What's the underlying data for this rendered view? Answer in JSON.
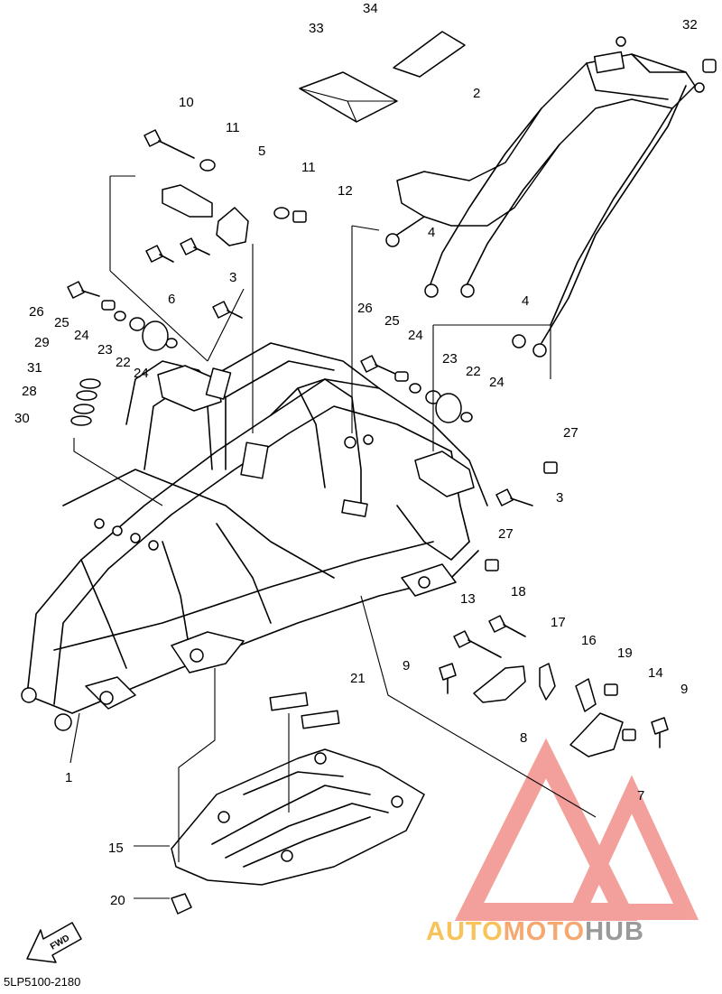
{
  "diagram": {
    "part_number_code": "5LP5100-2180",
    "fwd_label": "FWD",
    "callouts": [
      "1",
      "2",
      "3",
      "3",
      "4",
      "4",
      "5",
      "6",
      "7",
      "8",
      "9",
      "9",
      "10",
      "11",
      "11",
      "12",
      "13",
      "14",
      "15",
      "16",
      "17",
      "18",
      "19",
      "20",
      "21",
      "22",
      "22",
      "23",
      "23",
      "24",
      "24",
      "24",
      "24",
      "25",
      "25",
      "26",
      "26",
      "27",
      "27",
      "28",
      "29",
      "30",
      "31",
      "32",
      "33",
      "34"
    ]
  },
  "watermark": {
    "part1": "AUTO",
    "part2": "MOTO",
    "part3": "HUB",
    "colors": {
      "auto": "#f7c35a",
      "moto": "#f5a870",
      "hub": "#9a9a9a",
      "logo": "#f0807a"
    }
  }
}
